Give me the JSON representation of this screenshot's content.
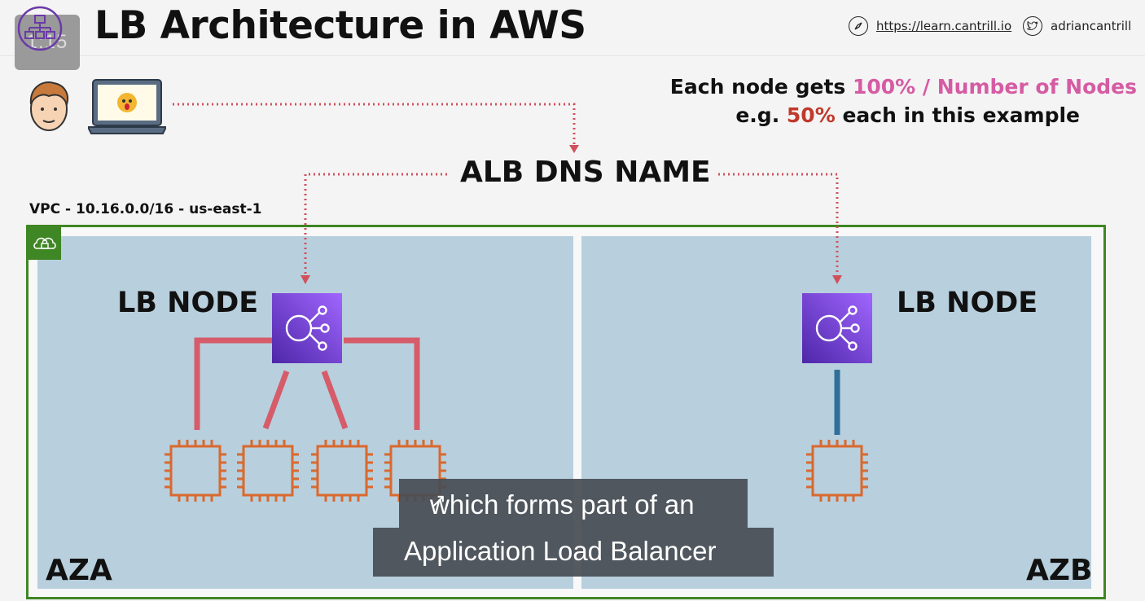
{
  "header": {
    "lesson_number": "1:15",
    "title": "LB Architecture in AWS",
    "website": "https://learn.cantrill.io",
    "twitter": "adriancantrill"
  },
  "note": {
    "line1_prefix": "Each node gets ",
    "line1_highlight": "100% / Number of Nodes",
    "line2_prefix": "e.g. ",
    "line2_highlight": "50%",
    "line2_suffix": " each in this example"
  },
  "dns_name": "ALB DNS NAME",
  "vpc": {
    "label": "VPC - 10.16.0.0/16 - us-east-1"
  },
  "zones": {
    "a": {
      "label": "AZA",
      "node_label": "LB NODE"
    },
    "b": {
      "label": "AZB",
      "node_label": "LB NODE"
    }
  },
  "captions": {
    "line1": "which forms part of an",
    "line2": "Application Load Balancer"
  },
  "colors": {
    "vpc_border": "#3f8624",
    "az_fill": "#b8cfdd",
    "lb_purple": "#7b3fe4",
    "ec2_orange": "#d9692e",
    "link_red": "#d65c6a",
    "link_blue": "#2f6f9a",
    "dotted_red": "#d0505c",
    "pink": "#d55ba3",
    "dark_red": "#c0392b"
  }
}
